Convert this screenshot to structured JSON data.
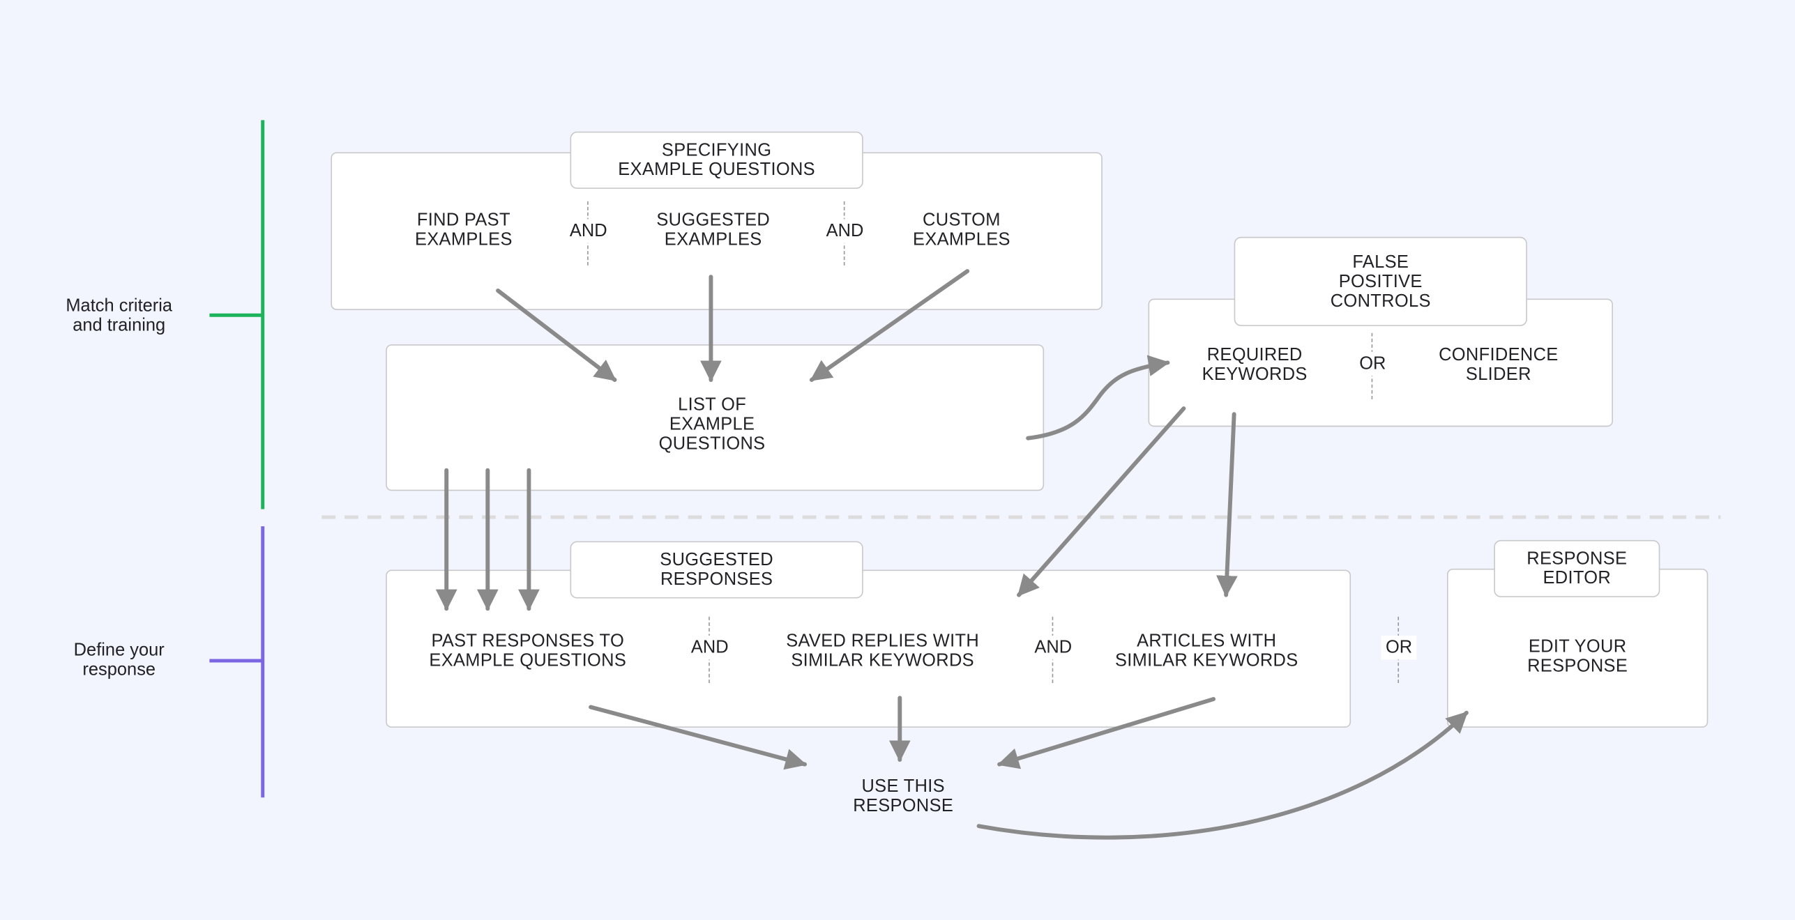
{
  "colors": {
    "background": "#f2f5fe",
    "section_match": "#1db35b",
    "section_define": "#7b66e3",
    "arrow": "#8a8a8a",
    "box_border": "#c9c9cc",
    "divider": "#dcdcdc"
  },
  "sections": [
    {
      "label": "Match criteria\nand training",
      "color_key": "section_match"
    },
    {
      "label": "Define your\nresponse",
      "color_key": "section_define"
    }
  ],
  "groups": {
    "specifying": {
      "title": "SPECIFYING\nEXAMPLE QUESTIONS",
      "items": [
        "FIND PAST\nEXAMPLES",
        "SUGGESTED\nEXAMPLES",
        "CUSTOM\nEXAMPLES"
      ],
      "connectors": [
        "AND",
        "AND"
      ]
    },
    "list_of_questions": {
      "label": "LIST OF\nEXAMPLE\nQUESTIONS"
    },
    "false_positive": {
      "title": "FALSE\nPOSITIVE\nCONTROLS",
      "items": [
        "REQUIRED\nKEYWORDS",
        "CONFIDENCE\nSLIDER"
      ],
      "connectors": [
        "OR"
      ]
    },
    "suggested_responses": {
      "title": "SUGGESTED\nRESPONSES",
      "items": [
        "PAST RESPONSES TO\nEXAMPLE QUESTIONS",
        "SAVED REPLIES WITH\nSIMILAR KEYWORDS",
        "ARTICLES WITH\nSIMILAR KEYWORDS"
      ],
      "connectors": [
        "AND",
        "AND"
      ]
    },
    "or_between": "OR",
    "response_editor": {
      "title": "RESPONSE\nEDITOR",
      "item": "EDIT YOUR\nRESPONSE"
    },
    "use_this_response": {
      "label": "USE THIS\nRESPONSE"
    }
  },
  "edges": [
    {
      "from": "FIND PAST EXAMPLES",
      "to": "LIST OF EXAMPLE QUESTIONS"
    },
    {
      "from": "SUGGESTED EXAMPLES",
      "to": "LIST OF EXAMPLE QUESTIONS"
    },
    {
      "from": "CUSTOM EXAMPLES",
      "to": "LIST OF EXAMPLE QUESTIONS"
    },
    {
      "from": "LIST OF EXAMPLE QUESTIONS",
      "to": "REQUIRED KEYWORDS"
    },
    {
      "from": "LIST OF EXAMPLE QUESTIONS",
      "to": "PAST RESPONSES TO EXAMPLE QUESTIONS",
      "count": 3
    },
    {
      "from": "REQUIRED KEYWORDS",
      "to": "SAVED REPLIES WITH SIMILAR KEYWORDS"
    },
    {
      "from": "REQUIRED KEYWORDS",
      "to": "ARTICLES WITH SIMILAR KEYWORDS"
    },
    {
      "from": "PAST RESPONSES TO EXAMPLE QUESTIONS",
      "to": "USE THIS RESPONSE"
    },
    {
      "from": "SAVED REPLIES WITH SIMILAR KEYWORDS",
      "to": "USE THIS RESPONSE"
    },
    {
      "from": "ARTICLES WITH SIMILAR KEYWORDS",
      "to": "USE THIS RESPONSE"
    },
    {
      "from": "USE THIS RESPONSE",
      "to": "EDIT YOUR RESPONSE"
    }
  ]
}
